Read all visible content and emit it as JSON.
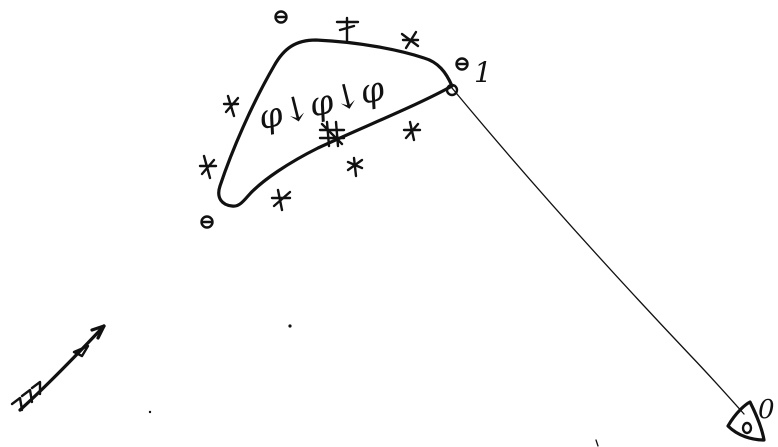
{
  "ink_color": "#111111",
  "background_color": "#ffffff",
  "labels": {
    "inner_formula": "φ↓φ↓φ",
    "vertex_right": "1",
    "eye_label": "0"
  },
  "icons": {
    "star_marks": "asterisk-icon",
    "vertex_marks": "circled-dot-icon",
    "eye": "eye-icon",
    "arrow": "feathered-arrow-icon"
  }
}
